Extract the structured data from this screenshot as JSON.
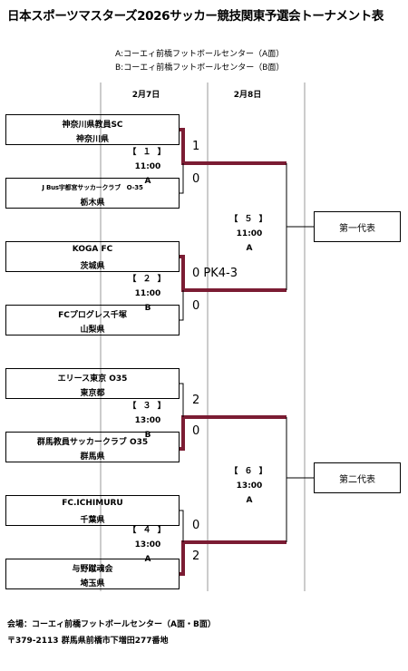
{
  "title": "日本スポーツマスターズ2026サッカー競技関東予選会トーナメント表",
  "venues": [
    "A:コーエィ前橋フットボールセンター（A面）",
    "B:コーエィ前橋フットボールセンター（B面）"
  ],
  "dates": [
    "2月7日",
    "2月8日"
  ],
  "teams": [
    {
      "name": "神奈川県教員SC",
      "pref": "神奈川県"
    },
    {
      "name": "J Bus宇都宮サッカークラブ　O-35",
      "pref": "栃木県"
    },
    {
      "name": "KOGA FC",
      "pref": "茨城県"
    },
    {
      "name": "FCプログレス千塚",
      "pref": "山梨県"
    },
    {
      "name": "エリース東京 O35",
      "pref": "東京都"
    },
    {
      "name": "群馬教員サッカークラブ O35",
      "pref": "群馬県"
    },
    {
      "name": "FC.ICHIMURU",
      "pref": "千葉県"
    },
    {
      "name": "与野蹴魂会",
      "pref": "埼玉県"
    }
  ],
  "matches": [
    {
      "no": "【 １ 】",
      "time": "11:00",
      "court": "A"
    },
    {
      "no": "【 ２ 】",
      "time": "11:00",
      "court": "B"
    },
    {
      "no": "【 ３ 】",
      "time": "13:00",
      "court": "B"
    },
    {
      "no": "【 ４ 】",
      "time": "13:00",
      "court": "A"
    },
    {
      "no": "【 ５ 】",
      "time": "11:00",
      "court": "A"
    },
    {
      "no": "【 ６ 】",
      "time": "13:00",
      "court": "A"
    }
  ],
  "scores": [
    "1",
    "0",
    "0 PK4-3",
    "0",
    "2",
    "0",
    "0",
    "2"
  ],
  "results": [
    "第一代表",
    "第二代表"
  ],
  "footer": {
    "venue": "会場：コーエィ前橋フットボールセンター（A面・B面）",
    "address": "〒379-2113 群馬県前橋市下増田277番地"
  },
  "colors": {
    "winner_line": "#7b1c33",
    "line": "#000000",
    "divider": "#999999"
  }
}
